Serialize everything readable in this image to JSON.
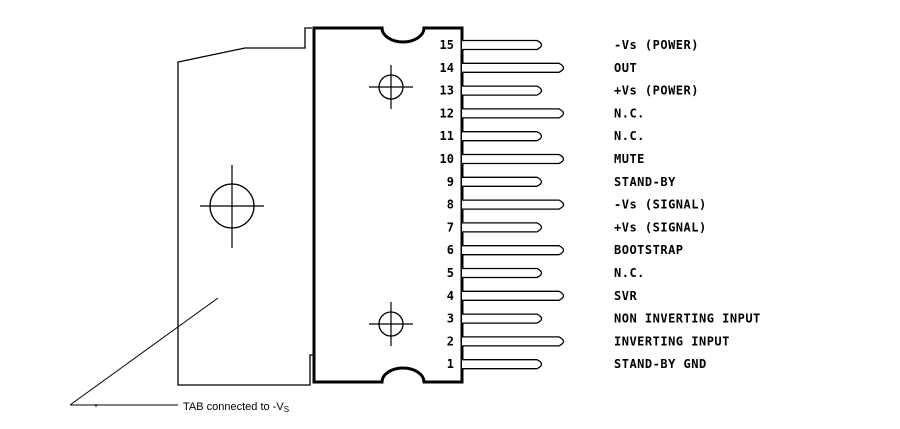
{
  "pins": [
    {
      "number": "15",
      "label": "-Vs (POWER)",
      "long": false
    },
    {
      "number": "14",
      "label": "OUT",
      "long": true
    },
    {
      "number": "13",
      "label": "+Vs (POWER)",
      "long": false
    },
    {
      "number": "12",
      "label": "N.C.",
      "long": true
    },
    {
      "number": "11",
      "label": "N.C.",
      "long": false
    },
    {
      "number": "10",
      "label": "MUTE",
      "long": true
    },
    {
      "number": "9",
      "label": "STAND-BY",
      "long": false
    },
    {
      "number": "8",
      "label": "-Vs (SIGNAL)",
      "long": true
    },
    {
      "number": "7",
      "label": "+Vs (SIGNAL)",
      "long": false
    },
    {
      "number": "6",
      "label": "BOOTSTRAP",
      "long": true
    },
    {
      "number": "5",
      "label": "N.C.",
      "long": false
    },
    {
      "number": "4",
      "label": "SVR",
      "long": true
    },
    {
      "number": "3",
      "label": "NON INVERTING INPUT",
      "long": false
    },
    {
      "number": "2",
      "label": "INVERTING INPUT",
      "long": true
    },
    {
      "number": "1",
      "label": "STAND-BY GND",
      "long": false
    }
  ],
  "tab_note": {
    "text": "TAB connected to -V",
    "subscript": "S"
  }
}
